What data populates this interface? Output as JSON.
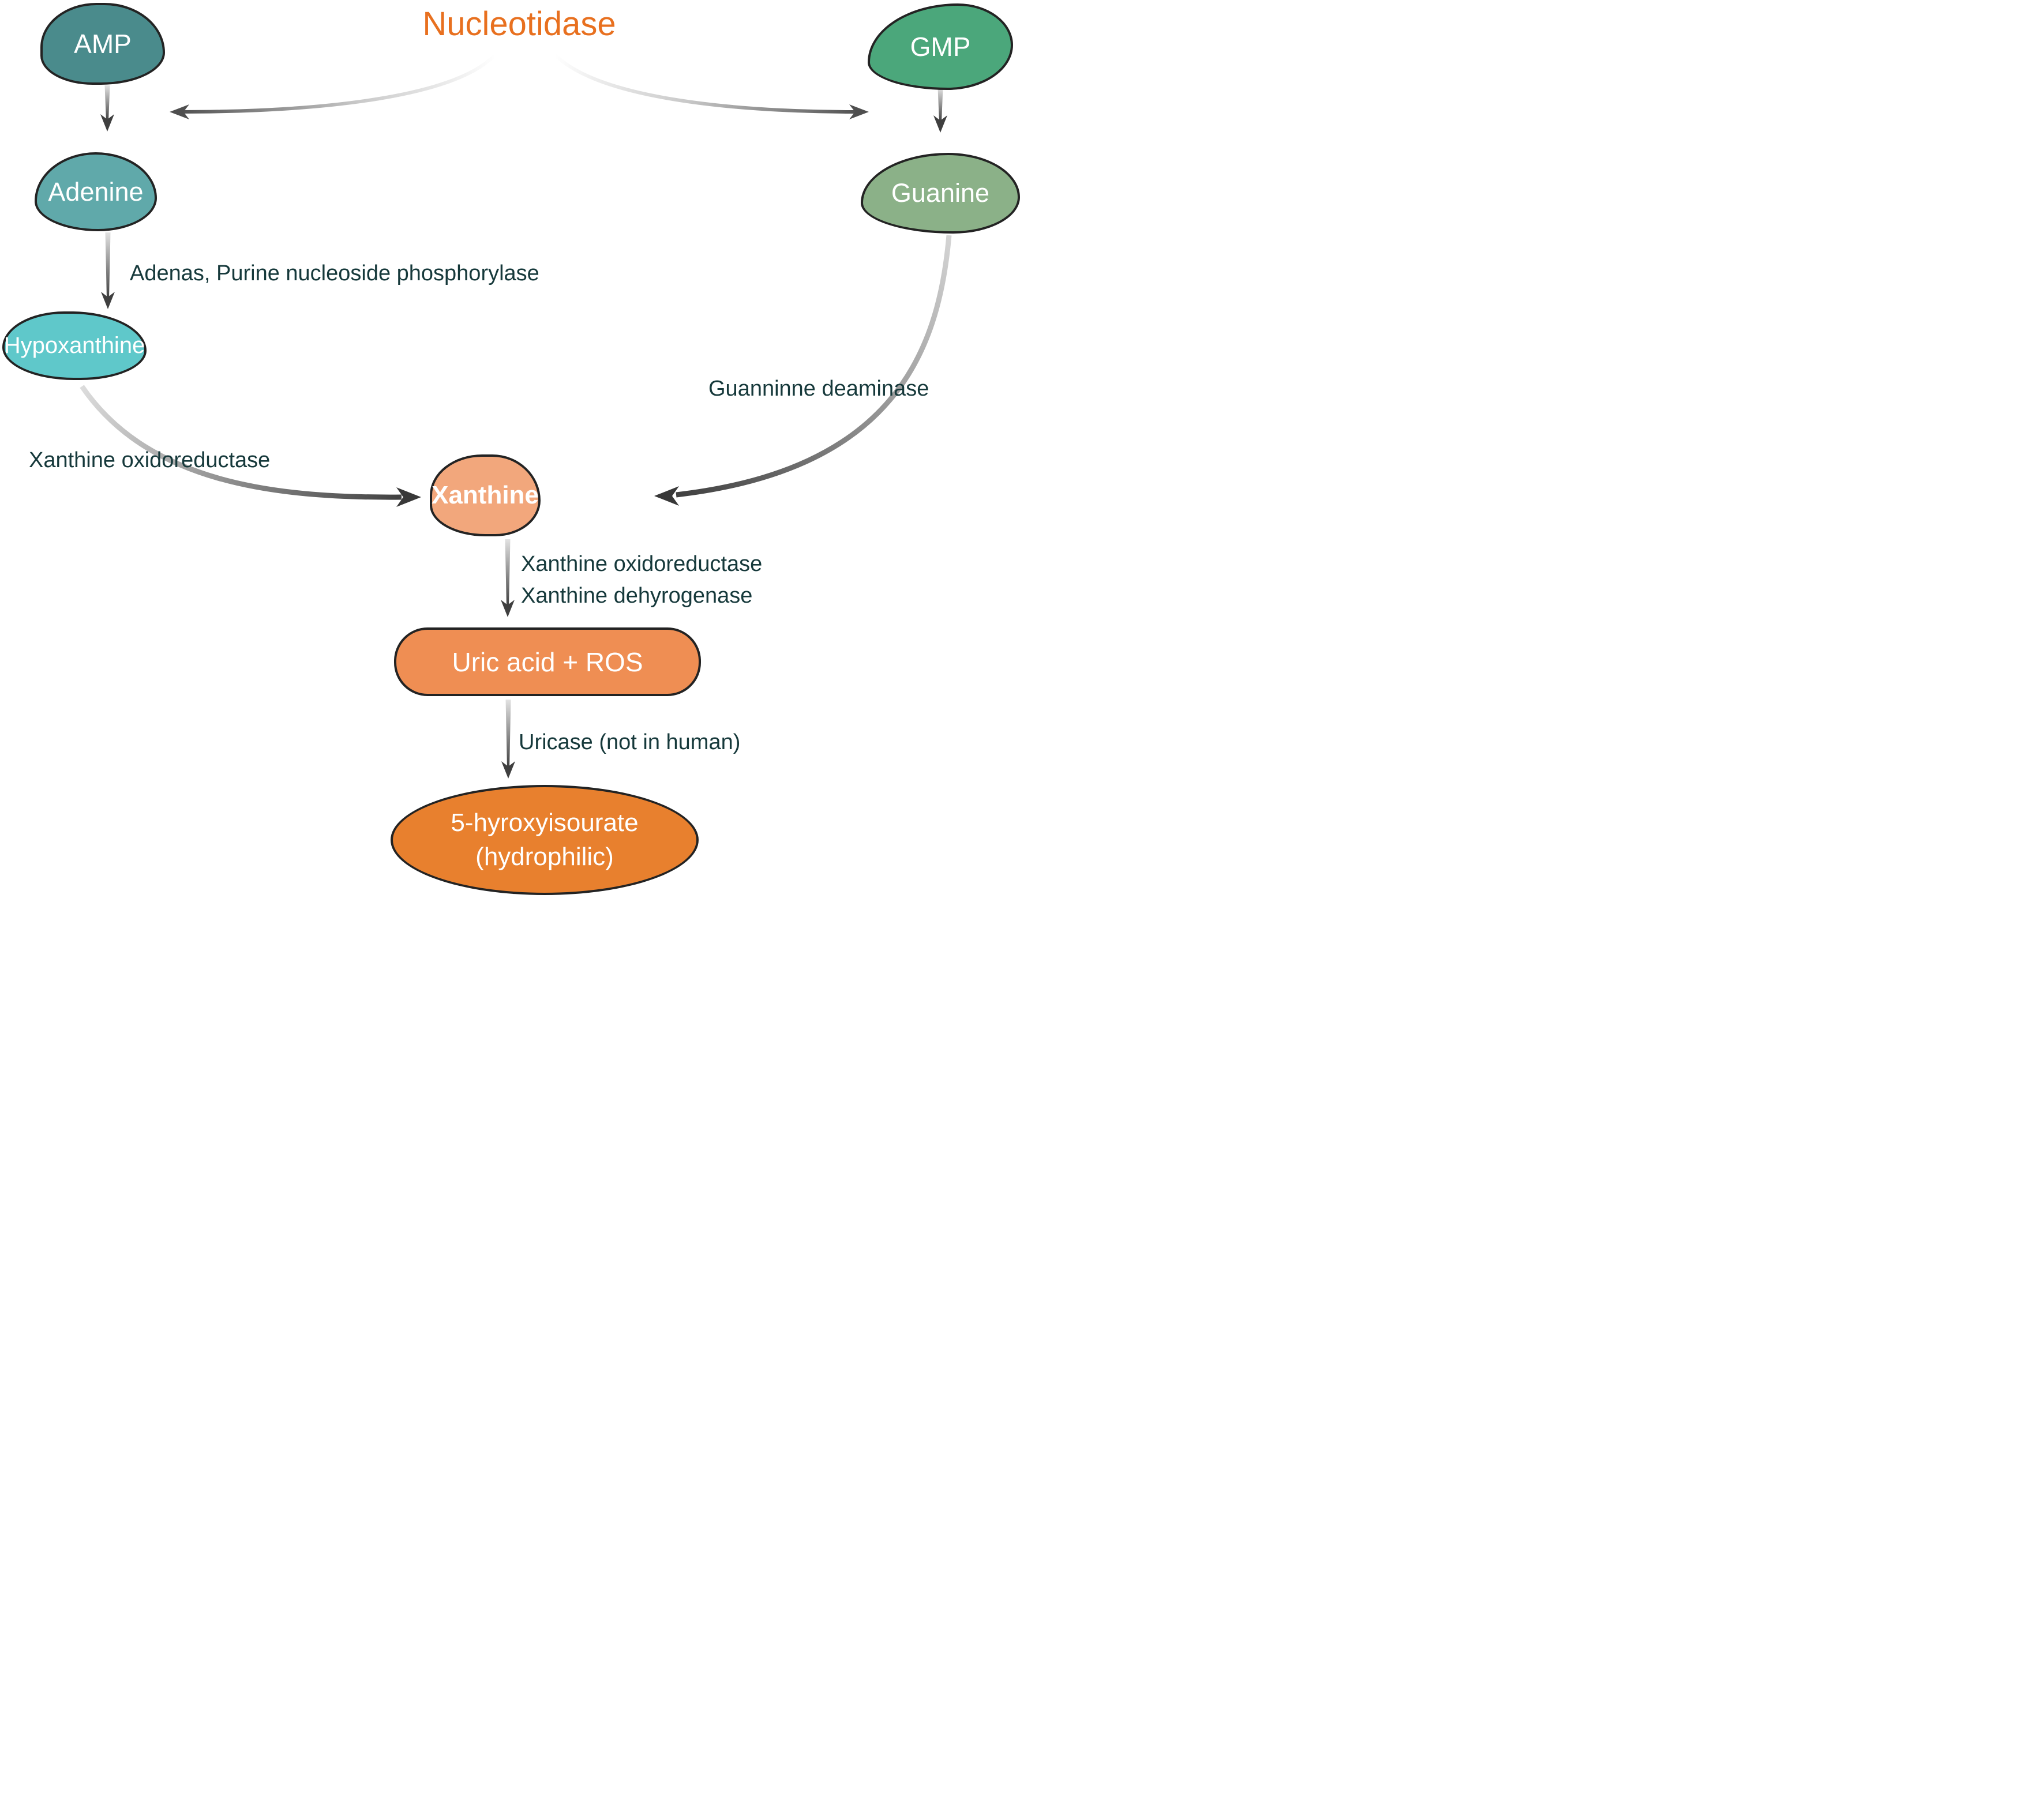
{
  "title": "Nucleotidase",
  "colors": {
    "title": "#E8701F",
    "enzyme_text": "#16393B",
    "node_text": "#FFFFFF",
    "node_outline": "#232323",
    "arrow_dark": "#3F3F3F"
  },
  "nodes": {
    "amp": {
      "label": "AMP",
      "color": "#4A8B8C"
    },
    "gmp": {
      "label": "GMP",
      "color": "#4BA77B"
    },
    "adenine": {
      "label": "Adenine",
      "color": "#60A9AA"
    },
    "guanine": {
      "label": "Guanine",
      "color": "#8BB188"
    },
    "hypoxanthine": {
      "label": "Hypoxanthine",
      "color": "#5FC8CA"
    },
    "xanthine": {
      "label": "Xanthine",
      "color": "#F2A77C"
    },
    "uric_acid_ros": {
      "label": "Uric acid + ROS",
      "color": "#EF8E53"
    },
    "hydroxyisourate": {
      "line1": "5-hyroxyisourate",
      "line2": "(hydrophilic)",
      "color": "#E8802E"
    }
  },
  "enzymes": {
    "adenas": "Adenas, Purine nucleoside phosphorylase",
    "guanine_deaminase": "Guanninne deaminase",
    "xanthine_oxidoreductase_left": "Xanthine oxidoreductase",
    "xanthine_oxidoreductase": "Xanthine oxidoreductase",
    "xanthine_dehydrogenase": "Xanthine dehyrogenase",
    "uricase": "Uricase (not in human)"
  }
}
